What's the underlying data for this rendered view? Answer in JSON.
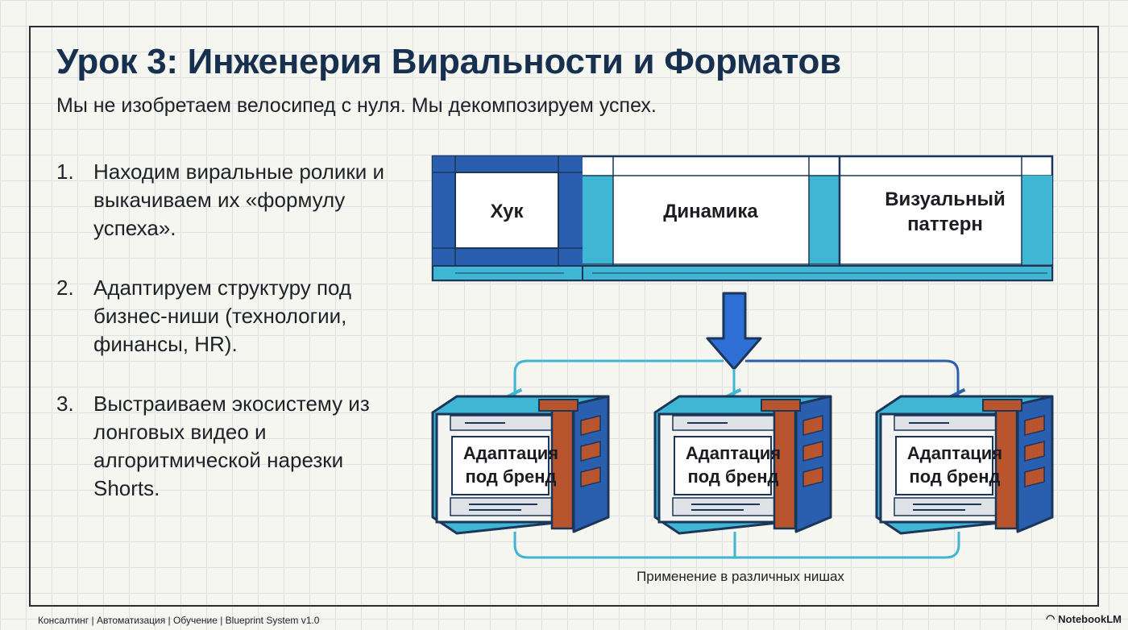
{
  "slide": {
    "title": "Урок 3: Инженерия Виральности и Форматов",
    "subtitle": "Мы не изобретаем велосипед с нуля. Мы декомпозируем успех."
  },
  "steps": [
    {
      "num": "1.",
      "text": "Находим виральные ролики и выкачиваем их «формулу успеха»."
    },
    {
      "num": "2.",
      "text": "Адаптируем структуру под бизнес-ниши (технологии, финансы, HR)."
    },
    {
      "num": "3.",
      "text": "Выстраиваем экосистему из лонговых видео и алгоритмической нарезки Shorts."
    }
  ],
  "diagram": {
    "segments": [
      {
        "label": "Хук"
      },
      {
        "label": "Динамика"
      },
      {
        "label_line1": "Визуальный",
        "label_line2": "паттерн"
      }
    ],
    "cards": [
      {
        "line1": "Адаптация",
        "line2": "под бренд"
      },
      {
        "line1": "Адаптация",
        "line2": "под бренд"
      },
      {
        "line1": "Адаптация",
        "line2": "под бренд"
      }
    ],
    "caption": "Применение в различных нишах"
  },
  "footer": {
    "text": "Консалтинг | Автоматизация | Обучение | Blueprint System v1.0",
    "brand": "NotebookLM",
    "brand_icon": "notebooklm-logo-icon"
  },
  "colors": {
    "title": "#17304f",
    "blue_dark": "#2a5fb0",
    "blue_mid": "#3b78d6",
    "cyan": "#3fb6d3",
    "navy": "#1b3658",
    "card_face": "#f4f5f2",
    "card_accent": "#b8552e"
  }
}
